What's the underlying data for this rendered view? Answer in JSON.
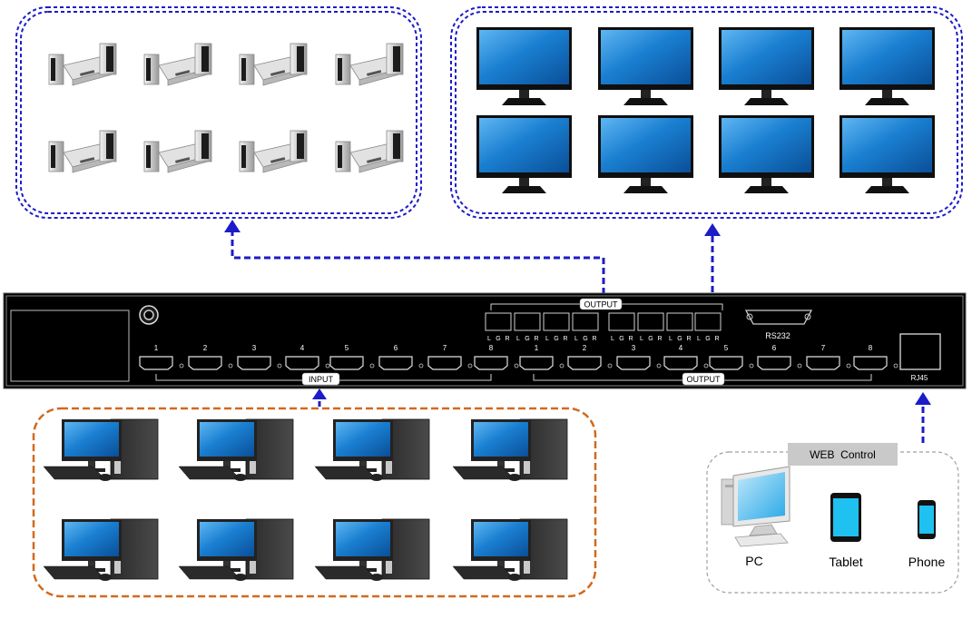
{
  "device": {
    "input_label": "INPUT",
    "output_label_top": "OUTPUT",
    "output_label_bottom": "OUTPUT",
    "rs232_label": "RS232",
    "rj45_label": "RJ45",
    "input_ports": [
      "1",
      "2",
      "3",
      "4",
      "5",
      "6",
      "7",
      "8"
    ],
    "output_ports": [
      "1",
      "2",
      "3",
      "4",
      "5",
      "6",
      "7",
      "8"
    ],
    "audio_jack_labels": [
      "L",
      "G",
      "R"
    ]
  },
  "web_control": {
    "title": "WEB  Control",
    "clients": [
      "PC",
      "Tablet",
      "Phone"
    ]
  },
  "colors": {
    "blue_dash": "#1c1cc8",
    "orange_dash": "#d2691e",
    "device_body": "#000000",
    "screen_blue": "#1a7fd1",
    "client_cyan": "#1ec1f0"
  },
  "counts": {
    "top_left_players": 8,
    "top_right_monitors": 8,
    "bottom_left_pcs": 8
  },
  "icons": {
    "player": "media-player-icon",
    "monitor": "monitor-icon",
    "pc": "desktop-pc-icon",
    "tablet": "tablet-icon",
    "phone": "phone-icon"
  }
}
